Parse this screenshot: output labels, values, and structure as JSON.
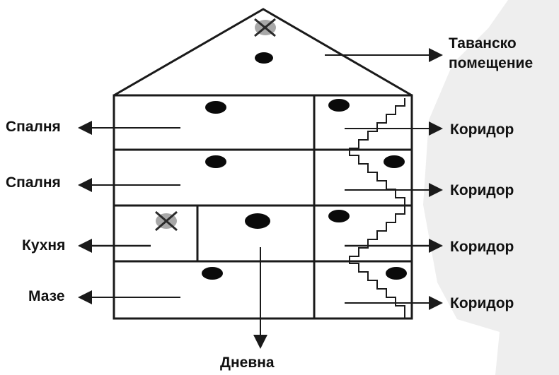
{
  "labels": {
    "attic_line1": "Таванско",
    "attic_line2": "помещение",
    "bedroom_top": "Спалня",
    "bedroom_second": "Спалня",
    "kitchen": "Кухня",
    "maze": "Мазе",
    "corridor_1": "Коридор",
    "corridor_2": "Коридор",
    "corridor_3": "Коридор",
    "corridor_4": "Коридор",
    "living": "Дневна"
  },
  "colors": {
    "line": "#1a1a1a",
    "cross": "#2a2a2a",
    "cross_shadow": "#a8a8a8",
    "background_shape": "#eeeeee"
  },
  "icons": {
    "smoke_detector": "black-oval-icon",
    "excluded_location": "cross-mark-icon"
  }
}
